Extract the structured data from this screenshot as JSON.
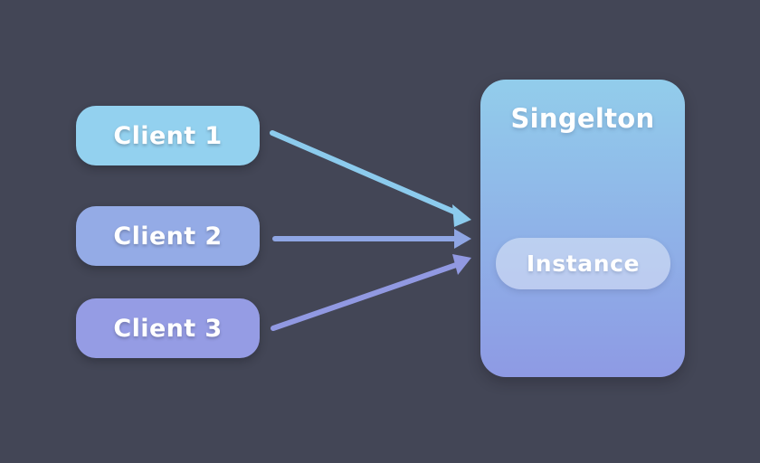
{
  "diagram": {
    "title": "Singleton design pattern diagram",
    "background_color": "#434656",
    "clients": [
      {
        "label": "Client 1",
        "color": "#93d1ef"
      },
      {
        "label": "Client 2",
        "color": "#94abe6"
      },
      {
        "label": "Client 3",
        "color": "#959ce4"
      }
    ],
    "singleton": {
      "title": "Singelton",
      "gradient_start": "#92cdeb",
      "gradient_end": "#8e9ae4",
      "instance": {
        "label": "Instance",
        "color": "rgba(255,255,255,0.40)"
      }
    },
    "arrows": [
      {
        "name": "arrow-client-1-to-singleton",
        "from": "Client 1",
        "to": "Singelton",
        "color": "#8ccbed"
      },
      {
        "name": "arrow-client-2-to-singleton",
        "from": "Client 2",
        "to": "Singelton",
        "color": "#8fa6e4"
      },
      {
        "name": "arrow-client-3-to-singleton",
        "from": "Client 3",
        "to": "Singelton",
        "color": "#9199e2"
      }
    ]
  }
}
